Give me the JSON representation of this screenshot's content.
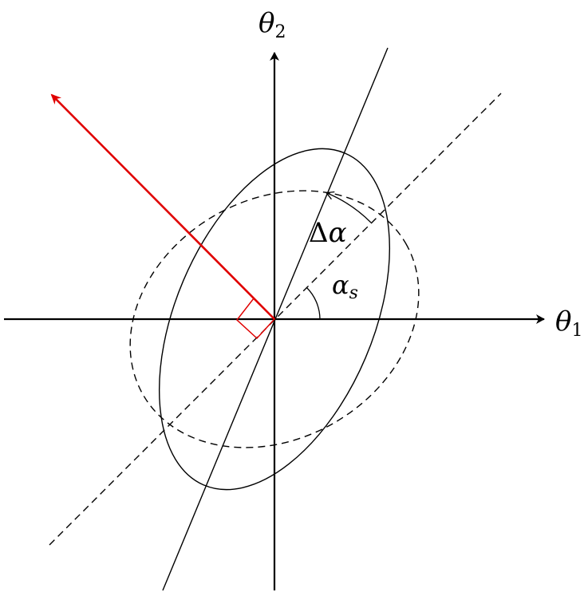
{
  "axes": {
    "x": {
      "symbol": "θ",
      "subscript": "1"
    },
    "y": {
      "symbol": "θ",
      "subscript": "2"
    }
  },
  "labels": {
    "delta_alpha": {
      "prefix": "Δ",
      "symbol": "α"
    },
    "alpha_s": {
      "symbol": "α",
      "subscript": "s"
    }
  },
  "colors": {
    "stroke": "#000000",
    "normal_vector": "#e00000",
    "right_angle_marker": "#e00000"
  }
}
